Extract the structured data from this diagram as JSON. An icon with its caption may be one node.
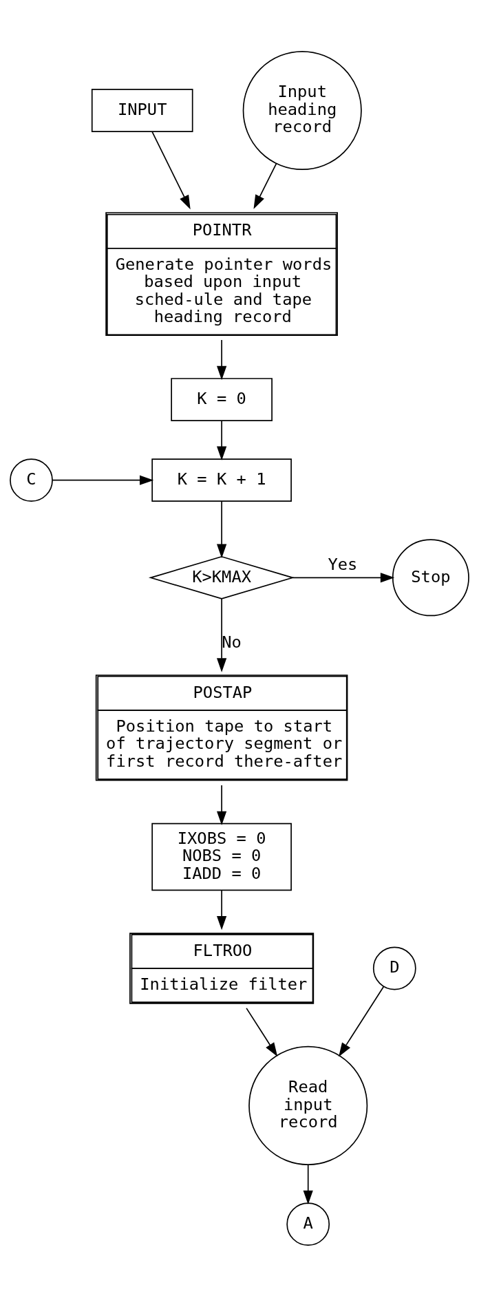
{
  "diagram": {
    "nodes": [
      {
        "text": [
          "INPUT"
        ]
      },
      {
        "text": [
          "Input heading record"
        ]
      },
      {
        "text": [
          "POINTR",
          "Generate pointer words based upon input sched-ule and tape heading record"
        ]
      },
      {
        "text": [
          "K = 0"
        ]
      },
      {
        "text": [
          "C"
        ]
      },
      {
        "text": [
          "K = K + 1"
        ]
      },
      {
        "text": [
          "K>KMAX"
        ]
      },
      {
        "text": [
          "Stop"
        ]
      },
      {
        "text": [
          "POSTAP",
          "Position tape to start of trajectory segment or first record there-after"
        ]
      },
      {
        "text": [
          "IXOBS = 0 NOBS = 0 IADD = 0"
        ]
      },
      {
        "text": [
          "FLTROO",
          "Initialize filter"
        ]
      },
      {
        "text": [
          "D"
        ]
      },
      {
        "text": [
          "Read input record"
        ]
      },
      {
        "text": [
          "A"
        ]
      }
    ],
    "edges": [
      {
        "from": 0,
        "to": 2,
        "arrow": "to"
      },
      {
        "from": 1,
        "to": 2,
        "arrow": "to"
      },
      {
        "from": 2,
        "to": 3,
        "arrow": "to"
      },
      {
        "from": 3,
        "to": 5,
        "arrow": "to"
      },
      {
        "from": 4,
        "to": 5,
        "arrow": "to"
      },
      {
        "from": 5,
        "to": 6,
        "arrow": "to"
      },
      {
        "from": 6,
        "to": 7,
        "label": "Yes",
        "arrow": "to"
      },
      {
        "from": 6,
        "to": 8,
        "label": "No",
        "arrow": "to"
      },
      {
        "from": 8,
        "to": 9,
        "arrow": "to"
      },
      {
        "from": 9,
        "to": 10,
        "arrow": "to"
      },
      {
        "from": 10,
        "to": 12,
        "arrow": "to"
      },
      {
        "from": 11,
        "to": 12,
        "arrow": "to"
      },
      {
        "from": 12,
        "to": 13,
        "arrow": "to"
      }
    ]
  }
}
